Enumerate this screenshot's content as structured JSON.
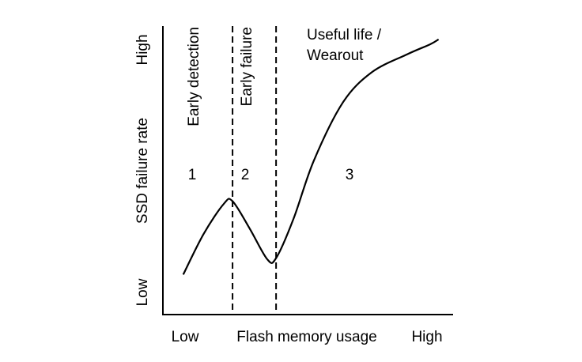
{
  "chart_data": {
    "type": "line",
    "title": "",
    "xlabel": "Flash memory usage",
    "ylabel": "SSD failure rate",
    "x_tick_labels": {
      "low": "Low",
      "high": "High"
    },
    "y_tick_labels": {
      "low": "Low",
      "high": "High"
    },
    "xlim": [
      0,
      1
    ],
    "ylim": [
      0,
      1
    ],
    "grid": false,
    "legend": "none",
    "series": [
      {
        "x": [
          0.07,
          0.14,
          0.21,
          0.24,
          0.3,
          0.36,
          0.39,
          0.45,
          0.52,
          0.62,
          0.72,
          0.84,
          0.92,
          0.95
        ],
        "y": [
          0.08,
          0.24,
          0.36,
          0.37,
          0.26,
          0.14,
          0.145,
          0.3,
          0.53,
          0.76,
          0.88,
          0.95,
          0.99,
          1.01
        ]
      }
    ],
    "phase_boundaries": [
      0.24,
      0.39
    ],
    "phases": [
      {
        "number": "1",
        "label": "Early detection"
      },
      {
        "number": "2",
        "label": "Early failure"
      },
      {
        "number": "3",
        "label_lines": [
          "Useful life /",
          "Wearout"
        ]
      }
    ]
  },
  "colors": {
    "line": "#000000",
    "background": "#ffffff"
  }
}
